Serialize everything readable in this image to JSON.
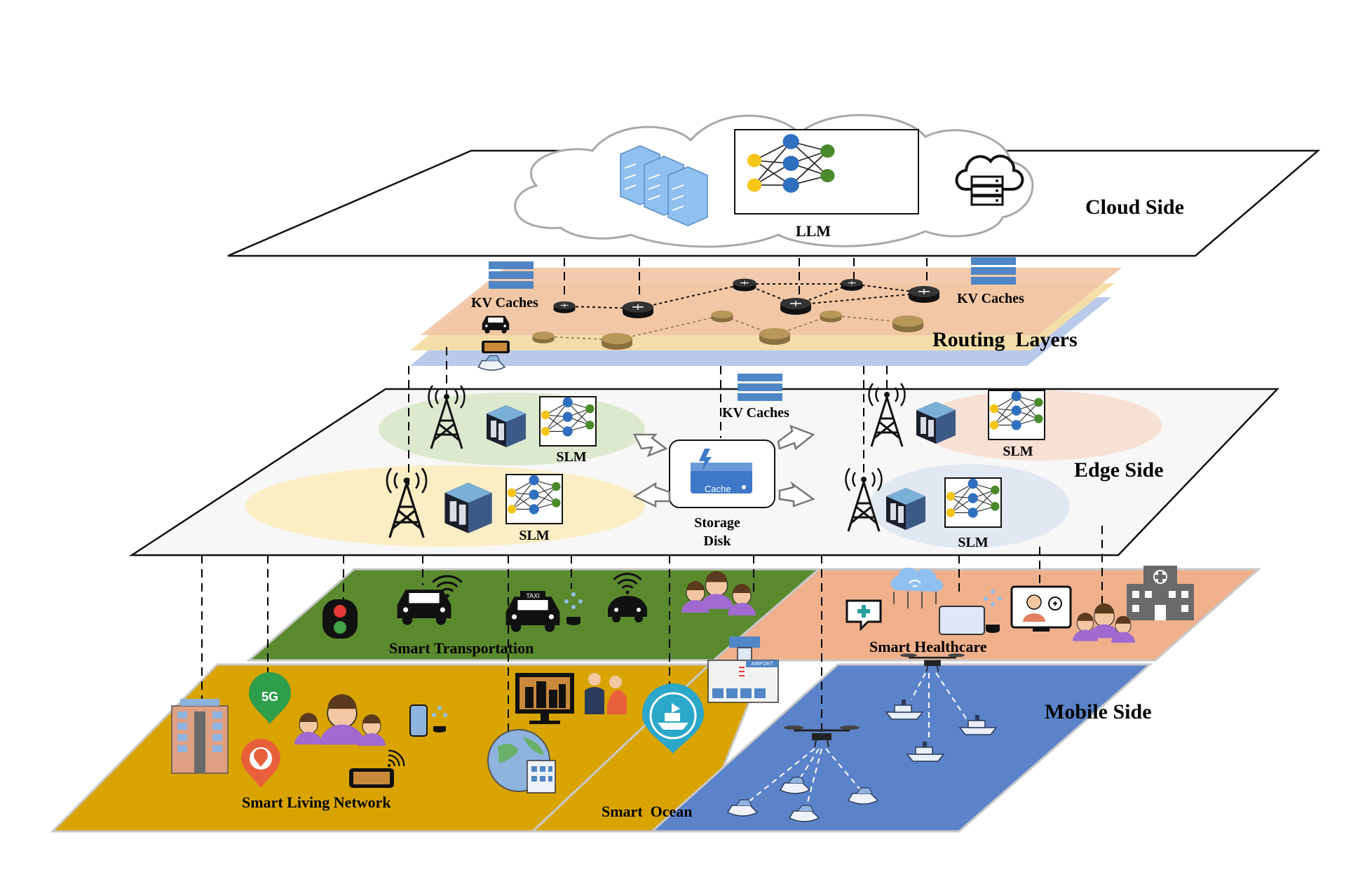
{
  "layers": {
    "cloud": "Cloud Side",
    "routing": "Routing  Layers",
    "edge": "Edge Side",
    "mobile": "Mobile Side"
  },
  "cloud": {
    "model_label": "LLM"
  },
  "routing": {
    "cache_left": "KV Caches",
    "cache_right": "KV Caches"
  },
  "edge": {
    "cache_top": "KV Caches",
    "slm": [
      "SLM",
      "SLM",
      "SLM",
      "SLM"
    ],
    "storage_line1": "Storage",
    "storage_line2": "Disk",
    "cache_device": "Cache"
  },
  "mobile": {
    "transportation": "Smart Transportation",
    "healthcare": "Smart Healthcare",
    "living": "Smart Living Network",
    "ocean": "Smart  Ocean",
    "badge_5g": "5G",
    "taxi": "TAXI",
    "airport": "AIRPORT"
  },
  "colors": {
    "transportation": "#5b8a2e",
    "healthcare": "#f0b08c",
    "living": "#d9a400",
    "ocean": "#5b83c9",
    "edge_green": "#dde9cf",
    "edge_peach": "#f7e0d4",
    "edge_yellow": "#fbeec4",
    "edge_blue": "#e2e8f2",
    "server_blue": "#8fc0f0",
    "node_yellow": "#f5c518",
    "node_blue": "#2f6fbf",
    "node_green": "#4a8a2a"
  }
}
